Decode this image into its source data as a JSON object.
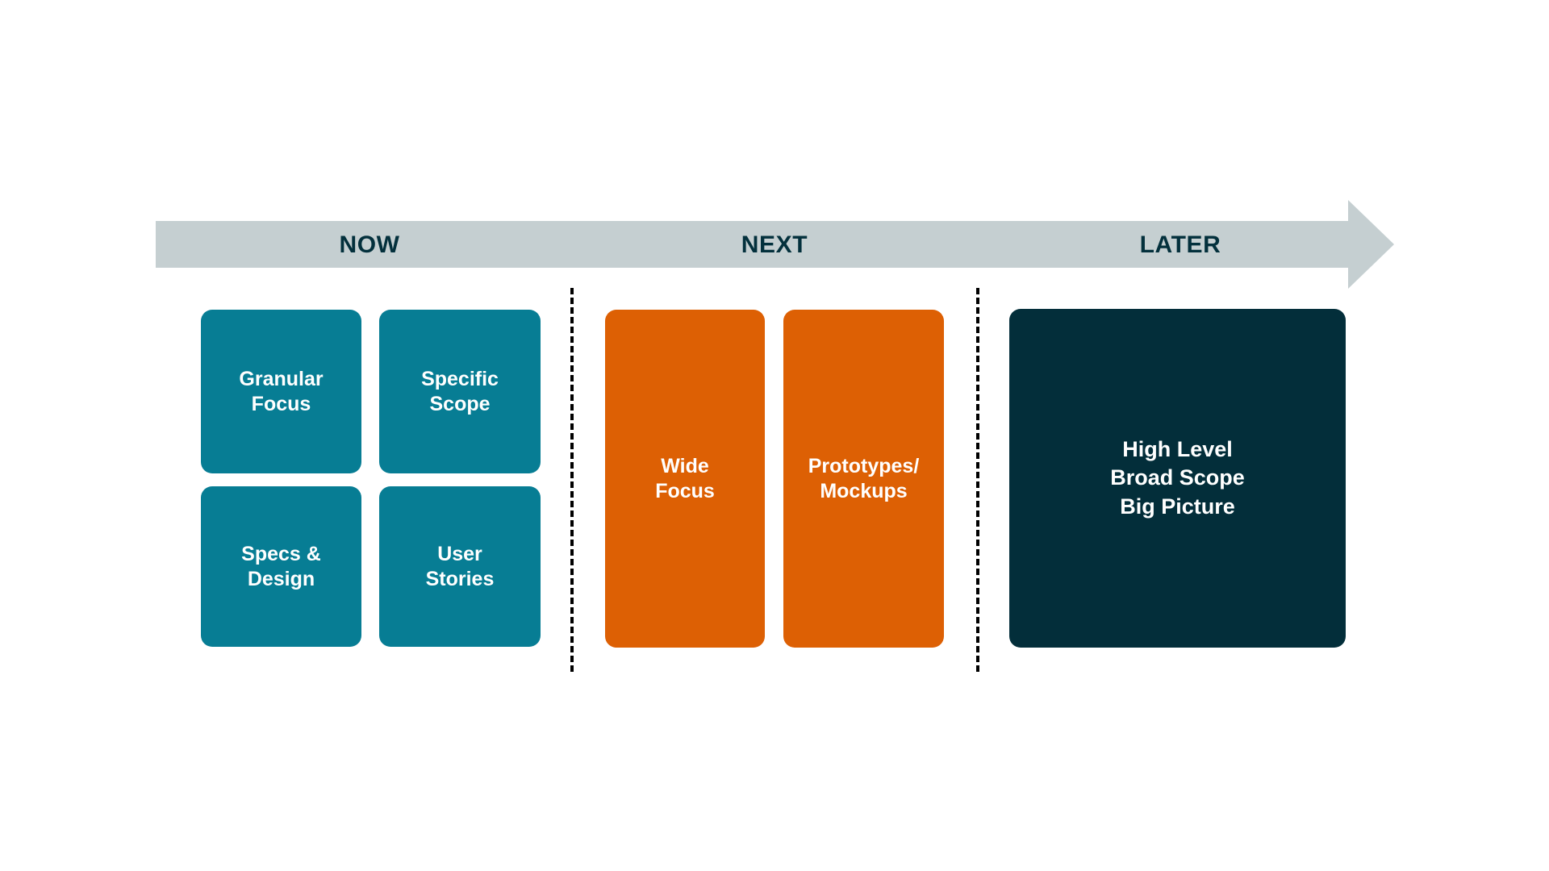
{
  "diagram": {
    "title_visible": false,
    "colors": {
      "arrow_bar": "#C5CFD1",
      "arrow_label_text": "#03303C",
      "now_card": "#077D94",
      "next_card": "#DD6004",
      "later_card": "#032E3A",
      "card_text": "#FFFFFF",
      "divider": "#000000",
      "background": "#FFFFFF"
    },
    "timeline": {
      "name": "now-next-later-arrow",
      "direction": "left-to-right",
      "phases": [
        {
          "id": "now",
          "label": "NOW"
        },
        {
          "id": "next",
          "label": "NEXT"
        },
        {
          "id": "later",
          "label": "LATER"
        }
      ]
    },
    "columns": [
      {
        "id": "now",
        "label": "NOW",
        "card_color": "#077D94",
        "cards": [
          {
            "id": "granular-focus",
            "label": "Granular\nFocus"
          },
          {
            "id": "specific-scope",
            "label": "Specific\nScope"
          },
          {
            "id": "specs-design",
            "label": "Specs &\nDesign"
          },
          {
            "id": "user-stories",
            "label": "User\nStories"
          }
        ]
      },
      {
        "id": "next",
        "label": "NEXT",
        "card_color": "#DD6004",
        "cards": [
          {
            "id": "wide-focus",
            "label": "Wide\nFocus"
          },
          {
            "id": "prototypes-mockups",
            "label": "Prototypes/\nMockups"
          }
        ]
      },
      {
        "id": "later",
        "label": "LATER",
        "card_color": "#032E3A",
        "cards": [
          {
            "id": "high-level-broad-scope-big-picture",
            "label": "High Level\nBroad Scope\nBig Picture"
          }
        ]
      }
    ]
  }
}
